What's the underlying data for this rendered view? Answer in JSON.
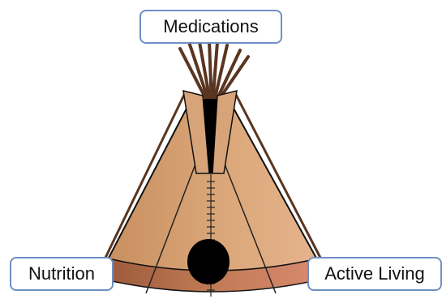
{
  "labels": {
    "top": "Medications",
    "left": "Nutrition",
    "right": "Active Living"
  },
  "colors": {
    "tipi_body": "#d19a6b",
    "tipi_body_light": "#e2b387",
    "tipi_base_band": "#b86a4a",
    "poles": "#5a3520",
    "outline": "#111111",
    "door": "#000000",
    "label_border": "#6f8fc4"
  }
}
